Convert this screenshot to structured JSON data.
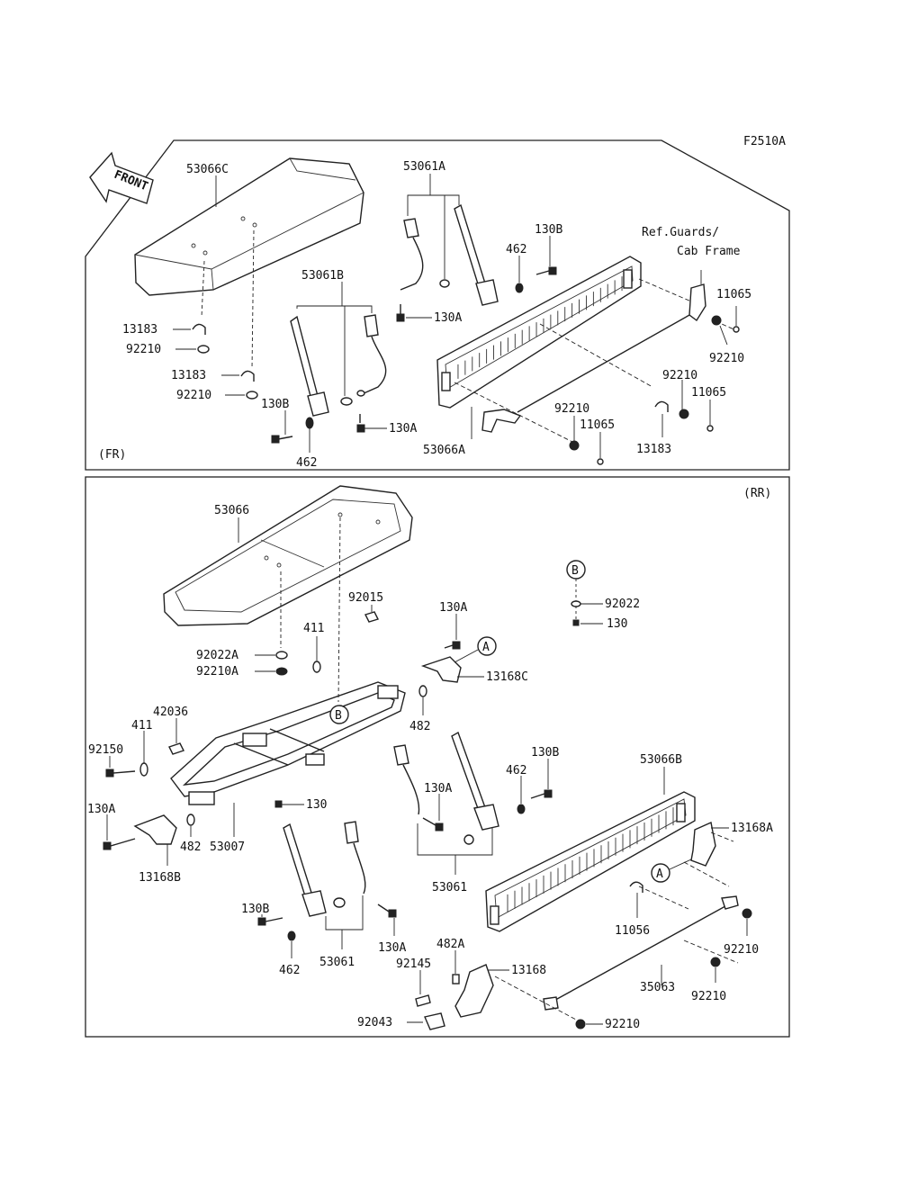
{
  "figure_code": "F2510A",
  "front_arrow": {
    "text": "FRONT",
    "icon": "front-arrow-icon"
  },
  "panels": {
    "front": {
      "tag": "(FR)",
      "ref_note_line1": "Ref.Guards/",
      "ref_note_line2": "Cab Frame",
      "labels": {
        "seat_cushion": "53066C",
        "belt_a": "53061A",
        "belt_b": "53061B",
        "bolt_130b_top": "130B",
        "washer_462_top": "462",
        "clip_13183_a": "13183",
        "nut_92210_a": "92210",
        "clip_13183_b": "13183",
        "nut_92210_b": "92210",
        "bolt_130a_top": "130A",
        "bolt_130b_bottom": "130B",
        "washer_462_bottom": "462",
        "bolt_130a_mid": "130A",
        "backrest": "53066A",
        "pin_11065_a": "11065",
        "nut_92210_c": "92210",
        "nut_92210_d": "92210",
        "pin_11065_b": "11065",
        "nut_92210_e": "92210",
        "pin_11065_c": "11065",
        "clip_13183_c": "13183"
      }
    },
    "rear": {
      "tag": "(RR)",
      "labels": {
        "seat_cushion": "53066",
        "nut_92015": "92015",
        "bolt_130a_top": "130A",
        "washer_92022a": "92022A",
        "nut_92210a": "92210A",
        "washer_411_top": "411",
        "bracket_13168c": "13168C",
        "washer_482_top": "482",
        "rod_42036": "42036",
        "washer_411_left": "411",
        "bolt_92150": "92150",
        "bolt_130a_left": "130A",
        "frame_53007": "53007",
        "bolt_130_mid": "130",
        "washer_482_left": "482",
        "bracket_13168b": "13168B",
        "washer_92022": "92022",
        "bolt_130_right": "130",
        "belt_53061_center": "53061",
        "bolt_130a_center": "130A",
        "bolt_130b_center": "130B",
        "washer_462_center": "462",
        "backrest_53066b": "53066B",
        "bracket_13168a": "13168A",
        "pin_11056": "11056",
        "nut_92210_r1": "92210",
        "rod_35063": "35063",
        "nut_92210_r2": "92210",
        "nut_92210_r3": "92210",
        "bracket_13168": "13168",
        "washer_482a": "482A",
        "screw_92145": "92145",
        "pin_92043": "92043",
        "bolt_130b_low": "130B",
        "washer_462_low": "462",
        "belt_53061_low": "53061",
        "bolt_130a_low": "130A"
      }
    }
  },
  "callouts": {
    "a": "A",
    "b": "B"
  }
}
